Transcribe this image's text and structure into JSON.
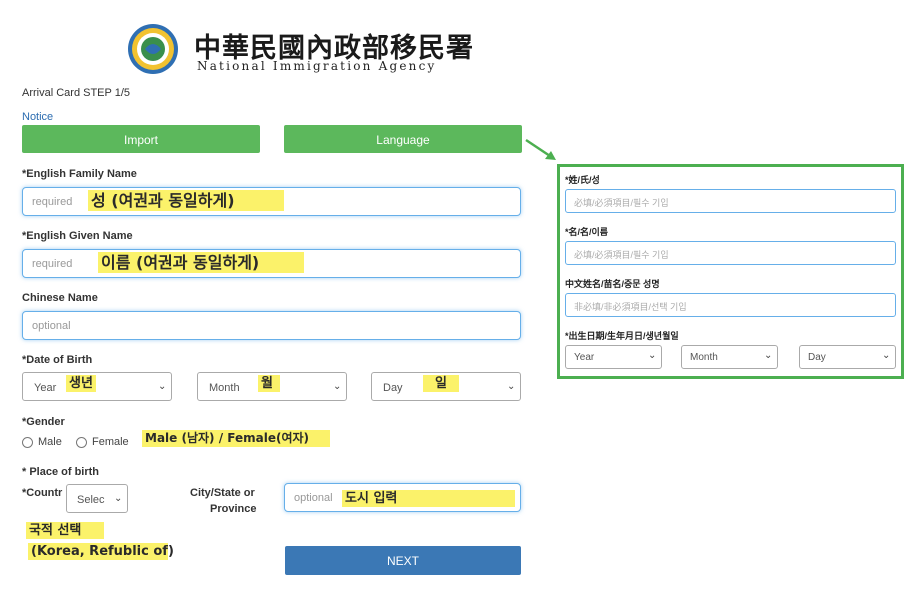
{
  "header": {
    "agency_chinese": "中華民國內政部移民署",
    "agency_english": "National Immigration Agency",
    "step_label": "Arrival Card STEP 1/5",
    "notice_link": "Notice"
  },
  "toolbar": {
    "import_label": "Import",
    "language_label": "Language"
  },
  "form": {
    "family_name": {
      "label": "*English Family Name",
      "placeholder": "required",
      "annotation": "성 (여권과 동일하게)"
    },
    "given_name": {
      "label": "*English Given Name",
      "placeholder": "required",
      "annotation": "이름 (여권과 동일하게)"
    },
    "chinese_name": {
      "label": "Chinese Name",
      "placeholder": "optional"
    },
    "dob": {
      "label": "*Date of Birth",
      "year": "Year",
      "year_annotation": "생년",
      "month": "Month",
      "month_annotation": "월",
      "day": "Day",
      "day_annotation": "일"
    },
    "gender": {
      "label": "*Gender",
      "male": "Male",
      "female": "Female",
      "annotation": "Male (남자) / Female(여자)"
    },
    "place_of_birth": {
      "label": "* Place of birth",
      "country_label": "*Countr",
      "country_select": "Selec",
      "city_label_line1": "City/State or",
      "city_label_line2": "Province",
      "city_placeholder": "optional",
      "city_annotation": "도시 입력",
      "country_annotation_line1": "국적 선택",
      "country_annotation_line2": "(Korea, Refublic of)"
    },
    "next_label": "NEXT"
  },
  "language_panel": {
    "family_label": "*姓/氏/성",
    "family_placeholder": "必填/必須項目/필수 기입",
    "given_label": "*名/名/이름",
    "given_placeholder": "必填/必須項目/필수 기입",
    "chinese_label": "中文姓名/苗名/중문 성명",
    "chinese_placeholder": "非必填/非必須項目/선택 기입",
    "dob_label": "*出生日期/生年月日/생년월일",
    "year": "Year",
    "month": "Month",
    "day": "Day"
  },
  "colors": {
    "green_button": "#5cb85c",
    "next_button": "#3b78b5",
    "highlight": "#fbf26a",
    "panel_border": "#4caf50"
  }
}
